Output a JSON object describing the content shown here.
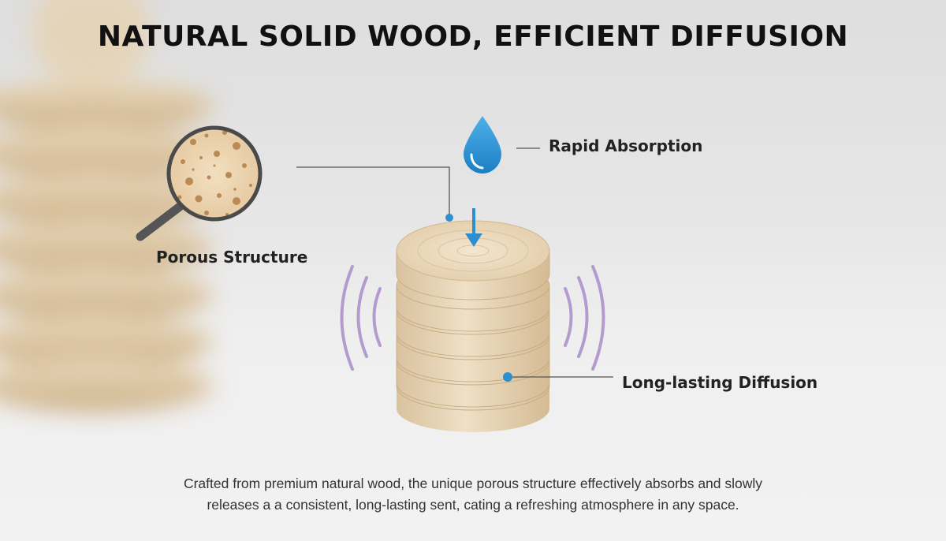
{
  "title": "NATURAL SOLID WOOD, EFFICIENT DIFFUSION",
  "labels": {
    "porous": "Porous Structure",
    "absorption": "Rapid Absorption",
    "diffusion": "Long-lasting Diffusion"
  },
  "description": [
    "Crafted from premium natural wood, the unique porous structure effectively absorbs and slowly",
    "releases a a consistent, long-lasting sent, cating a refreshing atmosphere in any space."
  ],
  "icons": [
    "magnifier-icon",
    "water-drop-icon",
    "down-arrow-icon",
    "diffusion-waves-icon"
  ],
  "colors": {
    "accent_blue": "#2e8fd0",
    "wave_purple": "#b59ad0",
    "wood": "#e6d3b2",
    "title": "#111111"
  }
}
